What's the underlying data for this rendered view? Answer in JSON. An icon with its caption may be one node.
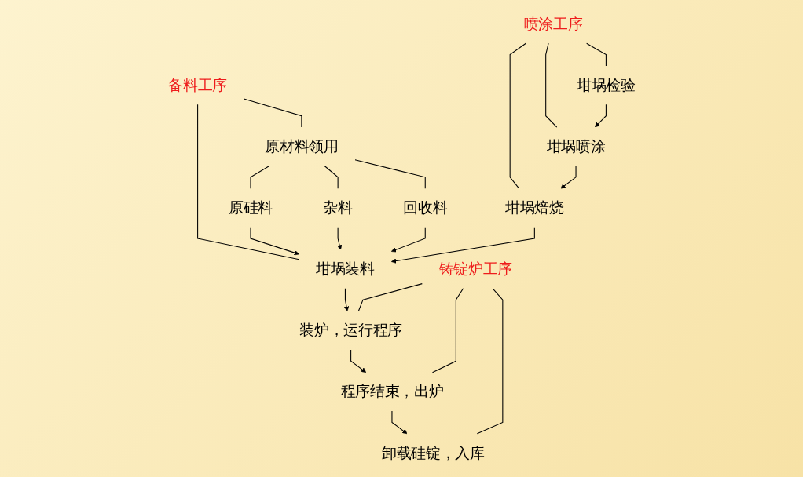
{
  "diagram": {
    "nodes": [
      {
        "text": [
          "坩埚检验"
        ]
      },
      {
        "text": [
          "原材料领用"
        ]
      },
      {
        "text": [
          "喷涂工序"
        ]
      },
      {
        "text": [
          "原硅料"
        ]
      },
      {
        "text": [
          "杂料"
        ]
      },
      {
        "text": [
          "回收料"
        ]
      },
      {
        "text": [
          "坩埚喷涂"
        ]
      },
      {
        "text": [
          "备料工序"
        ]
      },
      {
        "text": [
          "坩埚焙烧"
        ]
      },
      {
        "text": [
          "坩埚装料"
        ]
      },
      {
        "text": [
          "装炉，运行程序"
        ]
      },
      {
        "text": [
          "程序结束，出炉"
        ]
      },
      {
        "text": [
          "铸锭炉工序"
        ]
      },
      {
        "text": [
          "卸载硅锭，入库"
        ]
      }
    ],
    "edges": [
      {
        "from": 2,
        "to": 0,
        "arrow": "none"
      },
      {
        "from": 2,
        "to": 6,
        "arrow": "none"
      },
      {
        "from": 2,
        "to": 8,
        "arrow": "none"
      },
      {
        "from": 0,
        "to": 6,
        "arrow": "to"
      },
      {
        "from": 6,
        "to": 8,
        "arrow": "to"
      },
      {
        "from": 1,
        "to": 3,
        "arrow": "none"
      },
      {
        "from": 1,
        "to": 4,
        "arrow": "none"
      },
      {
        "from": 1,
        "to": 5,
        "arrow": "none"
      },
      {
        "from": 7,
        "to": 1,
        "arrow": "none"
      },
      {
        "from": 7,
        "to": 9,
        "arrow": "none"
      },
      {
        "from": 3,
        "to": 9,
        "arrow": "to"
      },
      {
        "from": 4,
        "to": 9,
        "arrow": "to"
      },
      {
        "from": 5,
        "to": 9,
        "arrow": "to"
      },
      {
        "from": 8,
        "to": 9,
        "arrow": "to"
      },
      {
        "from": 9,
        "to": 10,
        "arrow": "to"
      },
      {
        "from": 10,
        "to": 11,
        "arrow": "to"
      },
      {
        "from": 11,
        "to": 13,
        "arrow": "to"
      },
      {
        "from": 12,
        "to": 10,
        "arrow": "none"
      },
      {
        "from": 12,
        "to": 11,
        "arrow": "none"
      },
      {
        "from": 12,
        "to": 13,
        "arrow": "none"
      }
    ]
  }
}
